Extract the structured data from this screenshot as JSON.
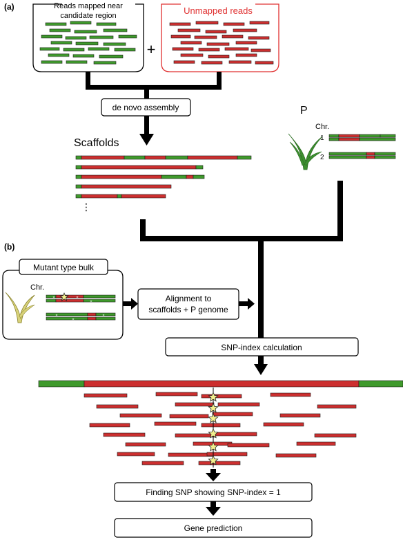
{
  "panels": {
    "a": "(a)",
    "b": "(b)"
  },
  "labels": {
    "mapped_reads_line1": "Reads mapped near",
    "mapped_reads_line2": "candidate region",
    "unmapped_reads": "Unmapped reads",
    "plus": "+",
    "de_novo": "de novo assembly",
    "scaffolds": "Scaffolds",
    "ellipsis": "⋮",
    "parent": "P",
    "chr": "Chr.",
    "chr1": "1",
    "chr2": "2",
    "mutant_bulk": "Mutant type bulk",
    "chr_mutant": "Chr.",
    "alignment_line1": "Alignment to",
    "alignment_line2": "scaffolds + P genome",
    "snp_index_calc": "SNP-index calculation",
    "finding_snp": "Finding SNP showing SNP-index = 1",
    "gene_prediction": "Gene prediction"
  },
  "colors": {
    "green": "#3f9a2c",
    "red": "#cc2f2f",
    "unmapped_red": "#e03030",
    "star_fill": "#f3ef8e",
    "plant_green": "#3d8f30",
    "plant_yellow": "#d8d27a",
    "arrow": "#000000"
  }
}
